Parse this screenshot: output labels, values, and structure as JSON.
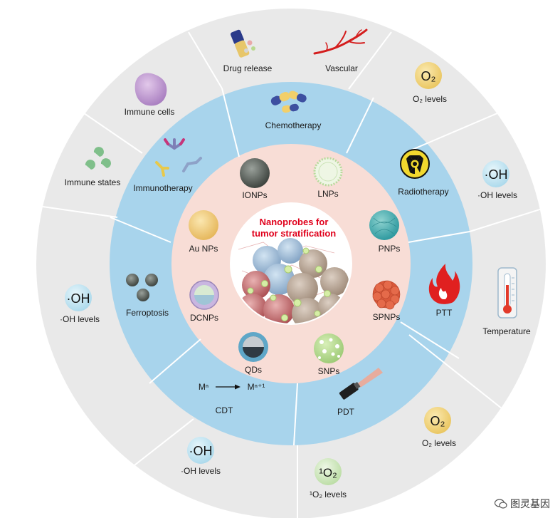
{
  "center": {
    "title_line1": "Nanoprobes for",
    "title_line2": "tumor stratification"
  },
  "nanoprobes": {
    "ionps": "IONPs",
    "lnps": "LNPs",
    "pnps": "PNPs",
    "spnps": "SPNPs",
    "snps": "SNPs",
    "qds": "QDs",
    "dcnps": "DCNPs",
    "aunps": "Au NPs"
  },
  "therapies": {
    "chemotherapy": "Chemotherapy",
    "radiotherapy": "Radiotherapy",
    "ptt": "PTT",
    "pdt": "PDT",
    "cdt": "CDT",
    "ferroptosis": "Ferroptosis",
    "immunotherapy": "Immunotherapy",
    "cdt_equation_left": "Mⁿ",
    "cdt_equation_right": "Mⁿ⁺¹"
  },
  "biomarkers": {
    "drug_release": "Drug release",
    "vascular": "Vascular",
    "o2_levels_top": "O₂ levels",
    "o2_symbol_top": "O₂",
    "oh_levels_right": "·OH levels",
    "oh_symbol_right": "·OH",
    "temperature": "Temperature",
    "o2_levels_bottom": "O₂ levels",
    "o2_symbol_bottom": "O₂",
    "singlet_o2_levels": "¹O₂ levels",
    "singlet_o2_symbol": "¹O₂",
    "oh_levels_bottom": "·OH levels",
    "oh_symbol_bottom": "·OH",
    "oh_levels_left": "·OH levels",
    "oh_symbol_left": "·OH",
    "immune_states": "Immune states",
    "immune_cells": "Immune cells"
  },
  "watermark": "图灵基因",
  "colors": {
    "outer_ring": "#e9e9e9",
    "therapy_ring": "#a8d4ec",
    "probe_ring": "#f8ddd6",
    "center": "#ffffff",
    "title_red": "#e0001b",
    "symbol_circle": "#f1d681"
  }
}
